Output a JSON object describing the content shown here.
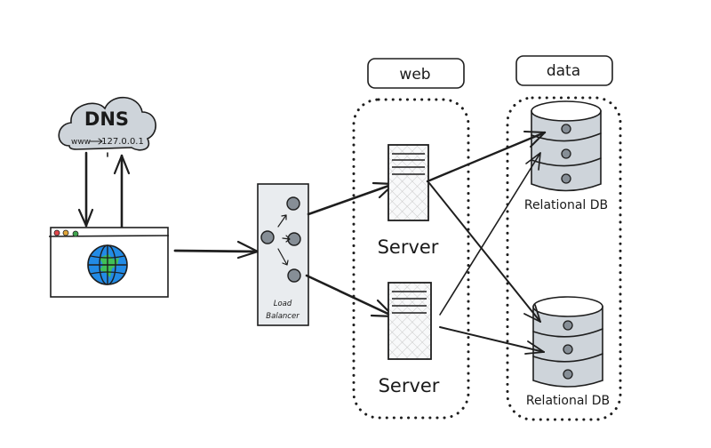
{
  "dns": {
    "title": "DNS",
    "mapping_from": "www",
    "mapping_to": "127.0.0.1"
  },
  "browser": {
    "icon": "globe-icon",
    "window_dots": [
      "#e0474c",
      "#e0a53a",
      "#3fa34d"
    ]
  },
  "load_balancer": {
    "label_line1": "Load",
    "label_line2": "Balancer"
  },
  "groups": {
    "web": "web",
    "data": "data"
  },
  "servers": [
    {
      "label": "Server"
    },
    {
      "label": "Server"
    }
  ],
  "databases": [
    {
      "label": "Relational DB"
    },
    {
      "label": "Relational DB"
    }
  ],
  "colors": {
    "cloud_fill": "#ced4da",
    "db_fill": "#ced4da",
    "lb_fill": "#e9ecef",
    "node_fill": "#868e96",
    "globe_ocean": "#228be6",
    "globe_land": "#40c057",
    "ink": "#1e1e1e"
  },
  "connections": [
    {
      "from": "dns",
      "to": "browser"
    },
    {
      "from": "browser",
      "to": "dns"
    },
    {
      "from": "browser",
      "to": "load-balancer"
    },
    {
      "from": "load-balancer",
      "to": "server-1"
    },
    {
      "from": "load-balancer",
      "to": "server-2"
    },
    {
      "from": "server-1",
      "to": "database-1"
    },
    {
      "from": "server-1",
      "to": "database-2"
    },
    {
      "from": "server-2",
      "to": "database-1"
    },
    {
      "from": "server-2",
      "to": "database-2"
    }
  ]
}
